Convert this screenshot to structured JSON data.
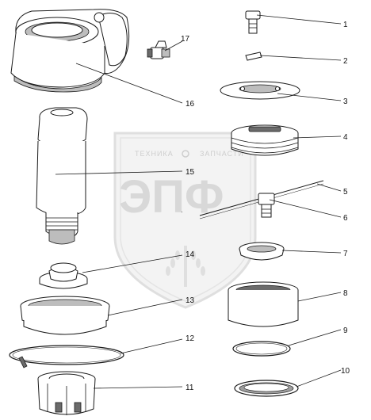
{
  "watermark": {
    "line1_left": "ТЕХНИКА",
    "line1_right": "ЗАПЧАСТИ",
    "logo": "ЭПФ"
  },
  "callouts": [
    "1",
    "2",
    "3",
    "4",
    "5",
    "6",
    "7",
    "8",
    "9",
    "10",
    "11",
    "12",
    "13",
    "14",
    "15",
    "16",
    "17"
  ]
}
